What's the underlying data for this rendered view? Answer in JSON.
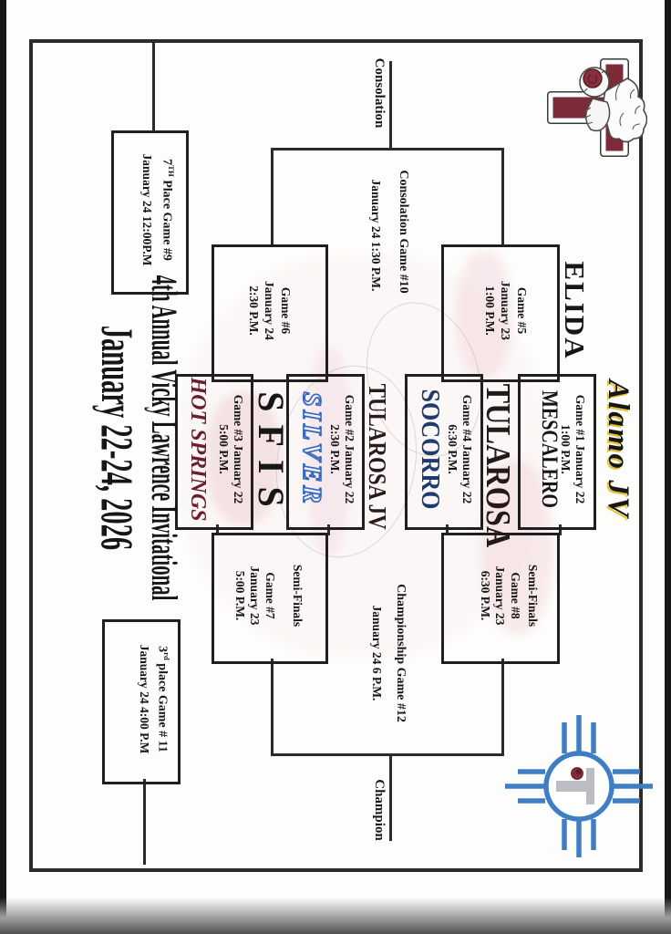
{
  "title": {
    "line1": "4th Annual Vicky Lawrence Invitational",
    "line2": "January 22-24, 2026"
  },
  "labels": {
    "consolation": "Consolation",
    "champion": "Champion"
  },
  "teams": {
    "alamo_jv": "Alamo JV",
    "mescalero": "MESCALERO",
    "elida": "ELIDA",
    "tularosa": "TULAROSA",
    "socorro": "SOCORRO",
    "tularosa_jv": "TULAROSA JV",
    "silver": "SILVER",
    "sfis": "SFIS",
    "hot_springs": "HOT SPRINGS"
  },
  "games": {
    "game1": {
      "info": "Game #1 January 22",
      "time": "1:00 P.M."
    },
    "game2": {
      "info": "Game #2 January 22",
      "time": "2:30 P.M."
    },
    "game3": {
      "info": "Game #3 January 22",
      "time": "5:00 P.M."
    },
    "game4": {
      "info": "Game #4 January 22",
      "time": "6:30 P.M."
    },
    "game5": {
      "name": "Game #5",
      "date": "January 23",
      "time": "1:00 P.M."
    },
    "game6": {
      "name": "Game #6",
      "date": "January 24",
      "time": "2:30 P.M."
    },
    "game7": {
      "label": "Semi-Finals",
      "name": "Game #7",
      "date": "January 23",
      "time": "5:00 P.M."
    },
    "game8": {
      "label": "Semi-Finals",
      "name": "Game #8",
      "date": "January 23",
      "time": "6:30 P.M."
    },
    "game9": {
      "num": "7",
      "sup": "TH",
      "rest": " Place Game #9",
      "line2": "January 24 12:00P.M"
    },
    "game10": {
      "line1": "Consolation Game #10",
      "line2": "January 24 1:30 P.M."
    },
    "game11": {
      "num": "3",
      "sup": "rd",
      "rest": " place Game # 11",
      "line2": "January 24 4:00 P.M"
    },
    "game12": {
      "line1": "Championship Game #12",
      "line2": "January 24 6 P.M."
    }
  },
  "icons": {
    "school_logo": "maroon-T-wildcat-rose-logo",
    "zia_logo": "blue-zia-sun-symbol-with-T"
  },
  "colors": {
    "maroon": "#7d2b38",
    "zia_blue": "#3f7ec5",
    "socorro_navy": "#1e3a6e",
    "silver_blue": "#3567bd",
    "hot_springs_maroon": "#6b1f2e",
    "gold_shadow": "#e3c438",
    "line_black": "#2b2b2b"
  }
}
